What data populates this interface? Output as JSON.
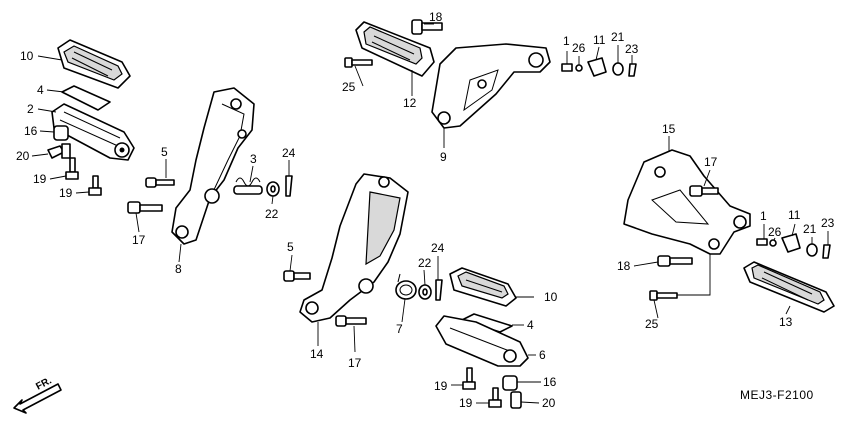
{
  "diagram": {
    "code": "MEJ3-F2100",
    "direction_label": "FR.",
    "callouts": {
      "a10": "10",
      "a4": "4",
      "a2": "2",
      "a16": "16",
      "a20": "20",
      "a19a": "19",
      "a19b": "19",
      "a5": "5",
      "a3": "3",
      "a24": "24",
      "a22": "22",
      "a17": "17",
      "a8": "8",
      "b18": "18",
      "b25": "25",
      "b12": "12",
      "b9": "9",
      "b1": "1",
      "b26": "26",
      "b11": "11",
      "b21": "21",
      "b23": "23",
      "c15": "15",
      "c17": "17",
      "c1": "1",
      "c26": "26",
      "c11": "11",
      "c21": "21",
      "c23": "23",
      "c18": "18",
      "c25": "25",
      "c13": "13",
      "d5": "5",
      "d24": "24",
      "d22": "22",
      "d10": "10",
      "d4": "4",
      "d6": "6",
      "d7": "7",
      "d14": "14",
      "d17": "17",
      "d19a": "19",
      "d19b": "19",
      "d16": "16",
      "d20": "20"
    }
  }
}
